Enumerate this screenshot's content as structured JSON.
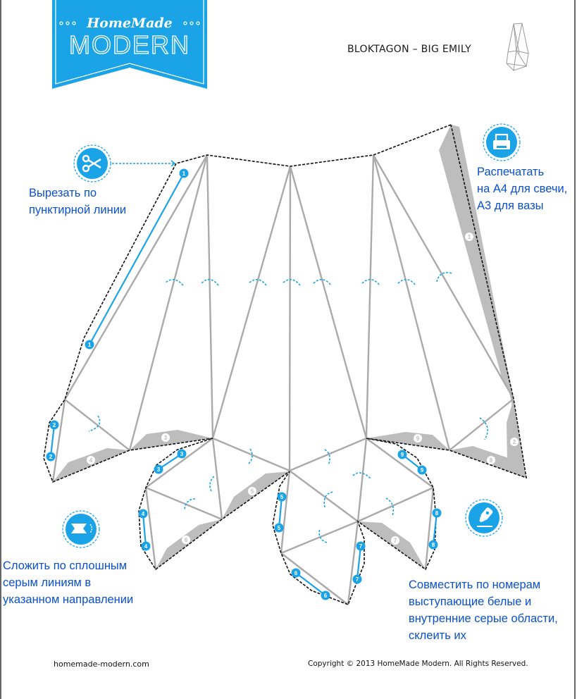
{
  "brand": {
    "top_line": "HomeMade",
    "main_word": "MODERN",
    "color": "#1ba3e8"
  },
  "document": {
    "title": "BLOKTAGON – BIG EMILY"
  },
  "instructions": {
    "cut": {
      "icon": "scissors-icon",
      "lines": [
        "Вырезать по",
        "пунктирной линии"
      ]
    },
    "print": {
      "icon": "printer-icon",
      "lines": [
        "Распечатать",
        "на А4 для свечи,",
        "А3 для вазы"
      ]
    },
    "fold": {
      "icon": "fold-icon",
      "lines": [
        "Сложить по сплошным",
        "серым линиям в",
        "указанном направлении"
      ]
    },
    "glue": {
      "icon": "glue-bottle-icon",
      "lines": [
        "Совместить по номерам",
        "выступающие белые и",
        "внутренние серые области,",
        "склеить их"
      ]
    }
  },
  "colors": {
    "accent": "#1ba3e8",
    "instruction_text": "#0a50d0",
    "fold_line": "#aaaaaa",
    "glue_tab": "#bdbdbd",
    "cut_line": "#111111"
  },
  "tab_numbers": {
    "gray_tabs": [
      "1",
      "2",
      "3",
      "4",
      "5",
      "6",
      "7",
      "8",
      "9"
    ],
    "blue_markers": [
      "1",
      "2",
      "3",
      "4",
      "5",
      "6",
      "7",
      "8",
      "9"
    ]
  },
  "footer": {
    "website": "homemade-modern.com",
    "copyright": "Copyright © 2013 HomeMade Modern. All Rights Reserved."
  }
}
